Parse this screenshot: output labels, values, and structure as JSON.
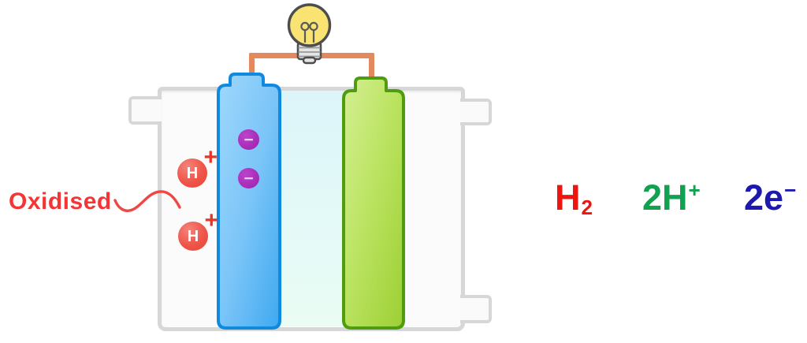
{
  "labels": {
    "oxidised": "Oxidised"
  },
  "ions": {
    "i1": {
      "symbol": "H",
      "charge": "+"
    },
    "i2": {
      "symbol": "H",
      "charge": "+"
    }
  },
  "electrons": {
    "e1": {
      "symbol": "−"
    },
    "e2": {
      "symbol": "−"
    }
  },
  "equation": {
    "h2": {
      "base": "H",
      "sub": "2",
      "color": "#ee1511"
    },
    "hplus": {
      "base": "2H",
      "sup": "+",
      "color": "#12a151"
    },
    "eminus": {
      "base": "2e",
      "sup": "−",
      "color": "#1d18ae"
    }
  },
  "icons": {
    "bulb": "light-bulb-icon",
    "oxidised_pointer": "squiggle-arrow"
  },
  "colors": {
    "oxidised_text": "#f43535",
    "squiggle_red": "#ef4744",
    "ion_red": "#ee5549",
    "ion_plus_red": "#e8352a",
    "electron_purple": "#a62bb7",
    "blue_electrode_fill": "#7cc5f8",
    "blue_electrode_border": "#0f8ade",
    "green_electrode_fill": "#bce463",
    "green_electrode_border": "#4f9d0e",
    "electrolyte_cyan": "#e3f8f9",
    "container_gray": "#d7d7d7",
    "wire_orange": "#e28a5e",
    "bulb_yellow": "#f8e373",
    "bulb_outline": "#4d4d4d"
  }
}
